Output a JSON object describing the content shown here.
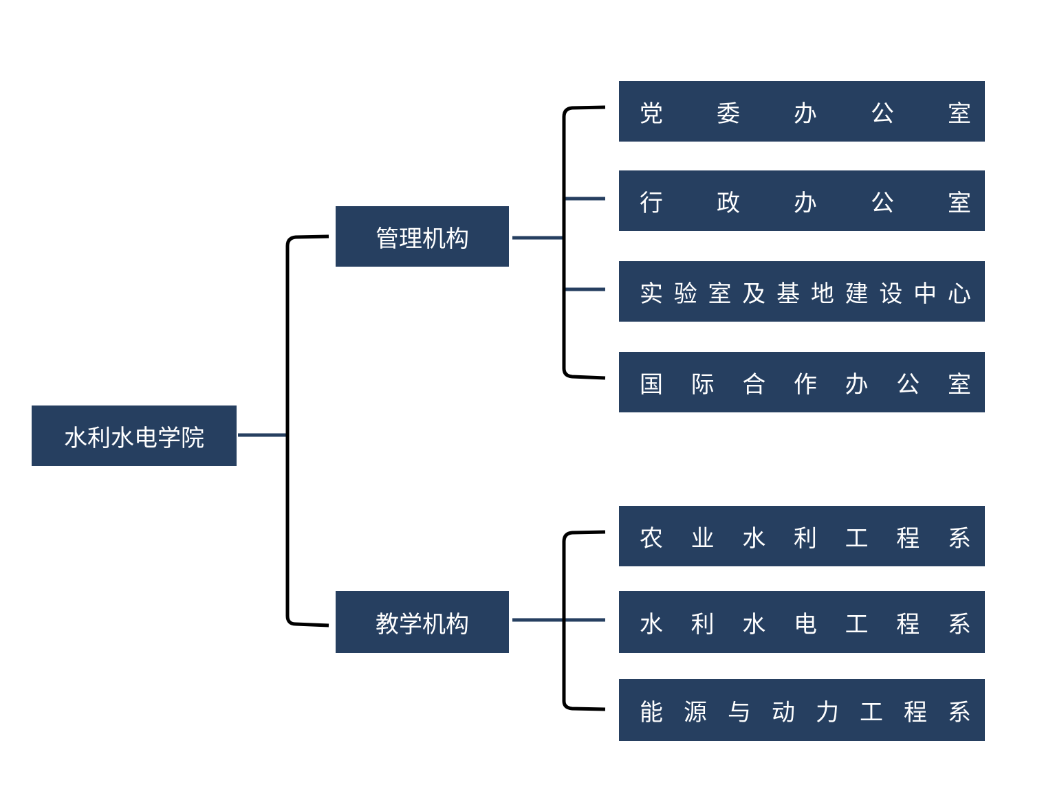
{
  "root": {
    "label": "水利水电学院"
  },
  "branches": [
    {
      "label": "管理机构",
      "children": [
        "党委办公室",
        "行政办公室",
        "实验室及基地建设中心",
        "国际合作办公室"
      ]
    },
    {
      "label": "教学机构",
      "children": [
        "农业水利工程系",
        "水利水电工程系",
        "能源与动力工程系"
      ]
    }
  ],
  "colors": {
    "box_fill": "#263F60",
    "box_text": "#ffffff",
    "connector_link": "#263F60",
    "bracket": "#000000"
  }
}
